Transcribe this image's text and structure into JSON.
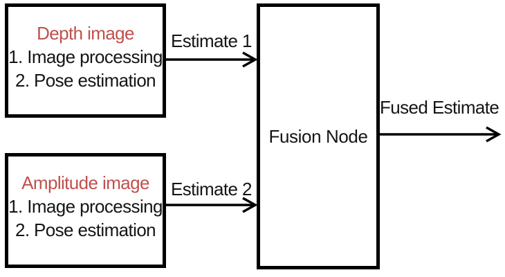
{
  "diagram": {
    "background_color": "#ffffff",
    "heading_color": "#c0504d",
    "line_color": "#000000",
    "nodes": {
      "depth": {
        "title": "Depth image",
        "steps": [
          "1. Image processing",
          "2. Pose estimation"
        ]
      },
      "amplitude": {
        "title": "Amplitude image",
        "steps": [
          "1. Image processing",
          "2. Pose estimation"
        ]
      },
      "fusion": {
        "label": "Fusion Node"
      }
    },
    "edges": {
      "estimate1": {
        "label": "Estimate 1"
      },
      "estimate2": {
        "label": "Estimate 2"
      },
      "fused": {
        "label": "Fused Estimate"
      }
    }
  }
}
